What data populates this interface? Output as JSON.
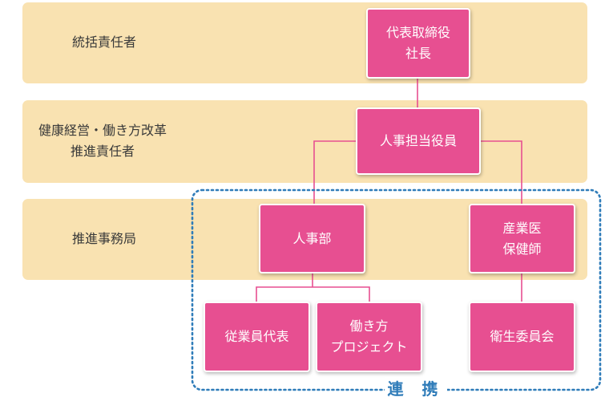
{
  "colors": {
    "band": "#f9e2b1",
    "node": "#e74f91",
    "node_text": "#ffffff",
    "connector": "#e74f91",
    "group_border": "#2f7cb9"
  },
  "levels": {
    "supervisor": "統括責任者",
    "promotion": "健康経営・働き方改革\n推進責任者",
    "office": "推進事務局"
  },
  "nodes": {
    "president": "代表取締役\n社長",
    "hr_officer": "人事担当役員",
    "hr_department": "人事部",
    "occupational_physician": "産業医\n保健師",
    "employee_rep": "従業員代表",
    "workstyle_project": "働き方\nプロジェクト",
    "health_committee": "衛生委員会"
  },
  "group_label": "連 携"
}
